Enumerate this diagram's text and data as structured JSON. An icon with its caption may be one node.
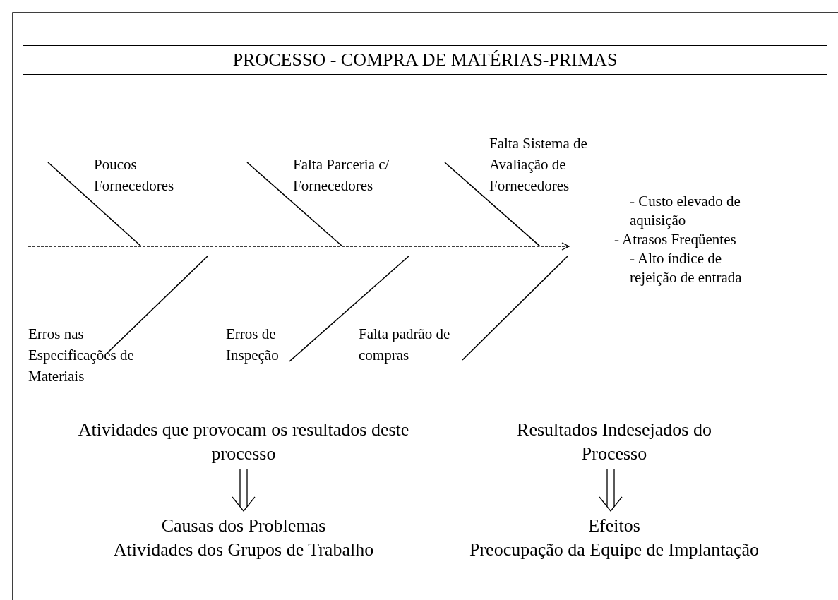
{
  "diagram": {
    "title": "PROCESSO - COMPRA DE MATÉRIAS-PRIMAS",
    "nodes": [
      {
        "text": [
          "- Custo elevado de aquisição",
          "- Atrasos Freqüentes",
          "- Alto índice de rejeição de entrada"
        ]
      },
      {
        "text": [
          "Atividades que provocam os resultados deste processo"
        ]
      },
      {
        "text": [
          "Causas dos Problemas",
          "Atividades dos Grupos de Trabalho"
        ]
      },
      {
        "text": [
          "Resultados Indesejados do Processo"
        ]
      },
      {
        "text": [
          "Efeitos",
          "Preocupação da Equipe de Implantação"
        ]
      }
    ],
    "edges": [
      {
        "from": null,
        "to": 0,
        "arrow": "to",
        "style": "dashed"
      },
      {
        "from": 1,
        "to": 2,
        "arrow": "to"
      },
      {
        "from": 3,
        "to": 4,
        "arrow": "to"
      }
    ],
    "labels": [
      "Falta Sistema de Avaliação de Fornecedores",
      "Poucos Fornecedores",
      "Falta Parceria c/ Fornecedores",
      "Erros nas Especificações de Materiais",
      "Erros de Inspeção",
      "Falta padrão de compras"
    ]
  }
}
